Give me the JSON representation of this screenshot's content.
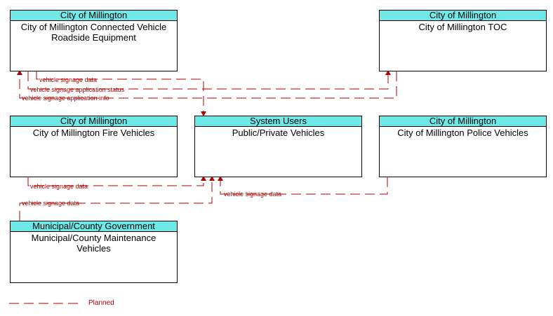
{
  "nodes": {
    "rse": {
      "owner": "City of Millington",
      "name": "City of Millington Connected Vehicle Roadside Equipment"
    },
    "toc": {
      "owner": "City of Millington",
      "name": "City of Millington TOC"
    },
    "fire": {
      "owner": "City of Millington",
      "name": "City of Millington Fire Vehicles"
    },
    "ppv": {
      "owner": "System Users",
      "name": "Public/Private Vehicles"
    },
    "police": {
      "owner": "City of Millington",
      "name": "City of Millington Police Vehicles"
    },
    "maint": {
      "owner": "Municipal/County Government",
      "name": "Municipal/County Maintenance Vehicles"
    }
  },
  "flows": {
    "rse_to_ppv": "vehicle signage data",
    "rse_to_toc_status": "vehicle signage application status",
    "toc_to_rse_info": "vehicle signage application info",
    "fire_to_ppv": "vehicle signage data",
    "maint_to_ppv": "vehicle signage data",
    "police_to_ppv": "vehicle signage data"
  },
  "legend": {
    "planned": "Planned"
  },
  "colors": {
    "header": "#6fe8e8",
    "flow": "#b00000"
  }
}
